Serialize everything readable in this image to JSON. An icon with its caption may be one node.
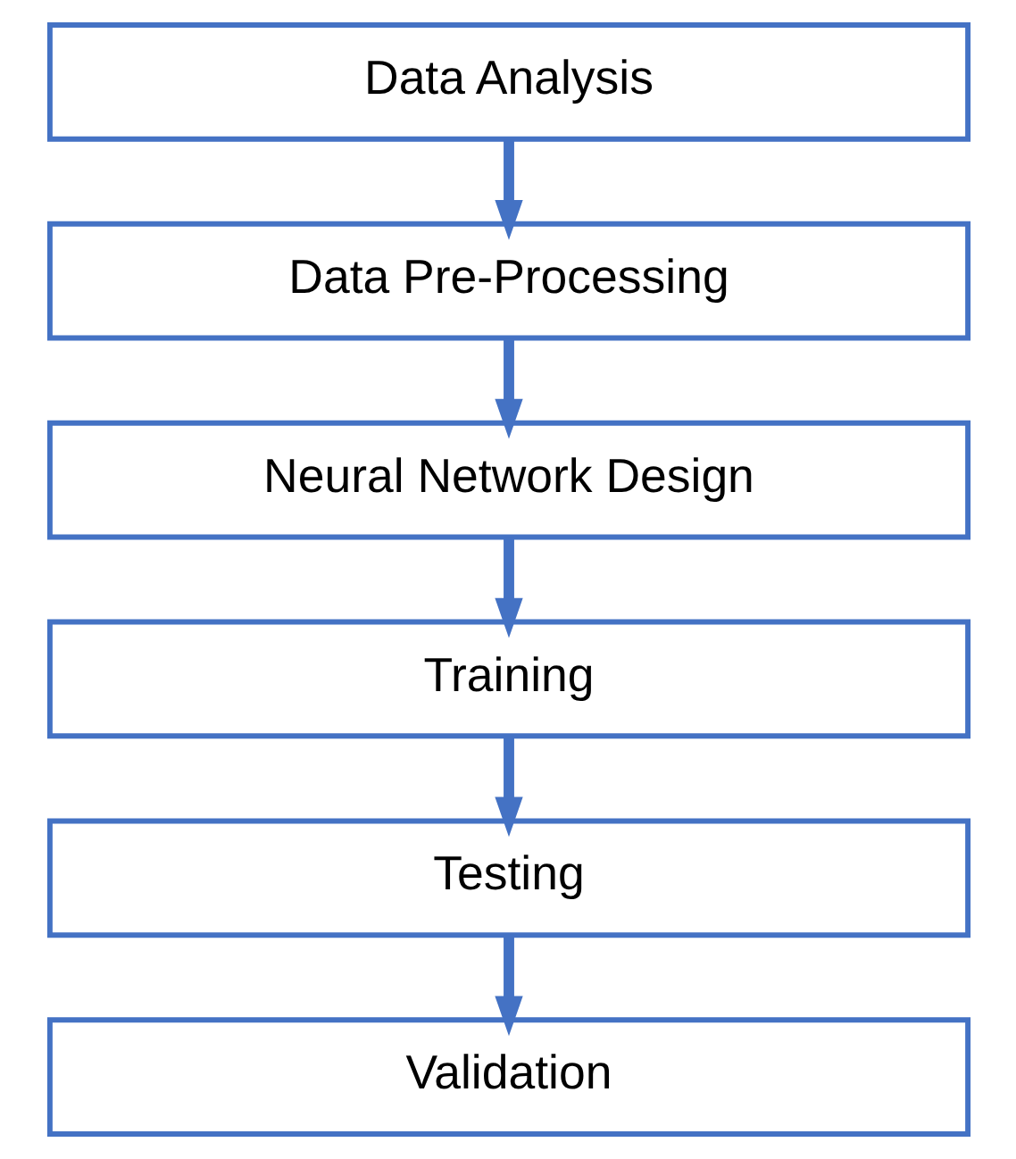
{
  "diagram": {
    "nodes": [
      {
        "text": [
          "Data Analysis"
        ]
      },
      {
        "text": [
          "Data Pre-Processing"
        ]
      },
      {
        "text": [
          "Neural Network Design"
        ]
      },
      {
        "text": [
          "Training"
        ]
      },
      {
        "text": [
          "Testing"
        ]
      },
      {
        "text": [
          "Validation"
        ]
      }
    ],
    "edges": [
      {
        "from": 0,
        "to": 1,
        "arrow": "to"
      },
      {
        "from": 1,
        "to": 2,
        "arrow": "to"
      },
      {
        "from": 2,
        "to": 3,
        "arrow": "to"
      },
      {
        "from": 3,
        "to": 4,
        "arrow": "to"
      },
      {
        "from": 4,
        "to": 5,
        "arrow": "to"
      }
    ]
  }
}
